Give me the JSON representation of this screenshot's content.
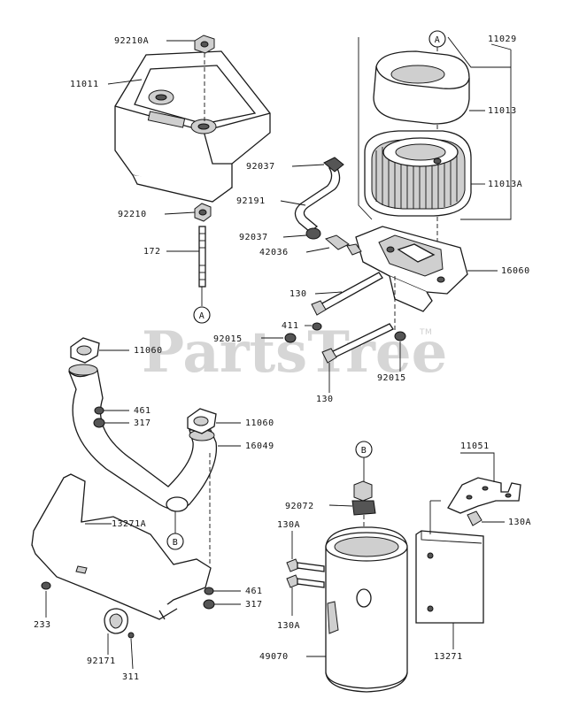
{
  "watermark": {
    "text": "PartsTree",
    "tm": "TM"
  },
  "callouts": {
    "c92210A": "92210A",
    "c11011": "11011",
    "c11029": "11029",
    "c11013": "11013",
    "c11013A": "11013A",
    "c92037a": "92037",
    "c92191": "92191",
    "c92037b": "92037",
    "c42036": "42036",
    "c16060": "16060",
    "c92210": "92210",
    "c172": "172",
    "c130a": "130",
    "c411": "411",
    "c92015a": "92015",
    "c92015b": "92015",
    "c130b": "130",
    "c11060a": "11060",
    "c461a": "461",
    "c317a": "317",
    "c11060b": "11060",
    "c16049": "16049",
    "c13271A": "13271A",
    "c461b": "461",
    "c317b": "317",
    "c233": "233",
    "c92171": "92171",
    "c311": "311",
    "c11051": "11051",
    "c92072": "92072",
    "c130A_a": "130A",
    "c130A_b": "130A",
    "c130A_c": "130A",
    "c49070": "49070",
    "c13271": "13271"
  },
  "ref_markers": {
    "a_top": "A",
    "a_bottom": "A",
    "b_left": "B",
    "b_right": "B"
  }
}
